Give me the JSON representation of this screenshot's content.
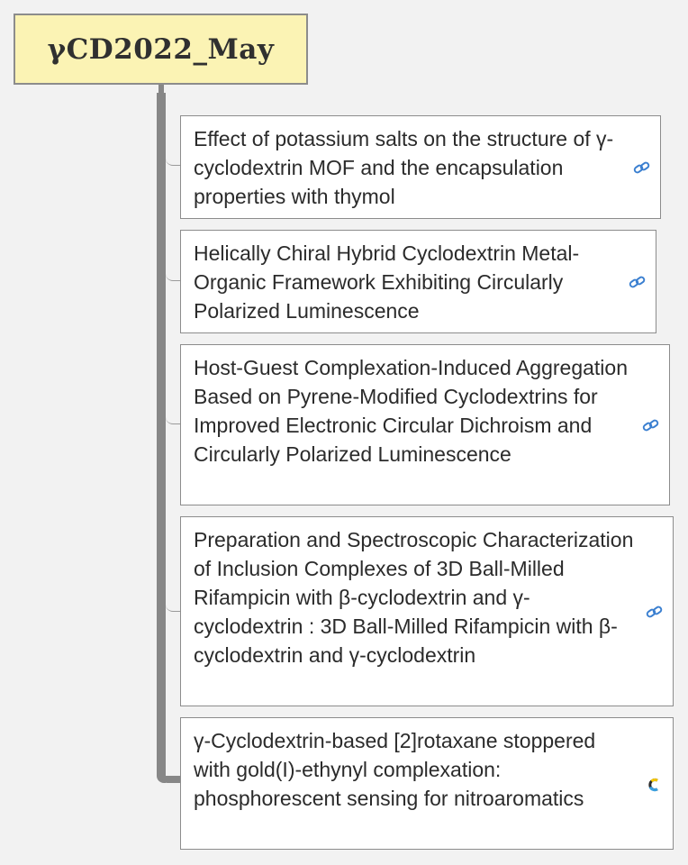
{
  "root": {
    "title": "γCD2022_May"
  },
  "topics": [
    {
      "text": "Effect of potassium salts on the structure of γ-cyclodextrin MOF and the encapsulation properties with thymol",
      "icon": "hyperlink-icon"
    },
    {
      "text": "Helically Chiral Hybrid Cyclodextrin Metal-Organic Framework Exhibiting Circularly Polarized Luminescence",
      "icon": "hyperlink-icon"
    },
    {
      "text": "Host-Guest Complexation-Induced Aggregation Based on Pyrene-Modified Cyclodextrins for Improved Electronic Circular Dichroism and Circularly Polarized Luminescence",
      "icon": "hyperlink-icon"
    },
    {
      "text": "Preparation and Spectroscopic Characterization of Inclusion Complexes of 3D Ball-Milled Rifampicin with β-cyclodextrin and γ-cyclodextrin : 3D Ball-Milled Rifampicin with β-cyclodextrin and γ-cyclodextrin",
      "icon": "hyperlink-icon"
    },
    {
      "text": "γ-Cyclodextrin-based [2]rotaxane stoppered with gold(I)-ethynyl complexation: phosphorescent sensing for nitroaromatics",
      "icon": "crossref-icon"
    }
  ],
  "colors": {
    "root_fill": "#fbf3b4",
    "border": "#8c8c8c",
    "trunk": "#878787",
    "link_blue": "#3a7fd0",
    "crossref_yellow": "#f6c700",
    "crossref_blue": "#3aa0e0",
    "crossref_dark": "#2b2b2b"
  }
}
